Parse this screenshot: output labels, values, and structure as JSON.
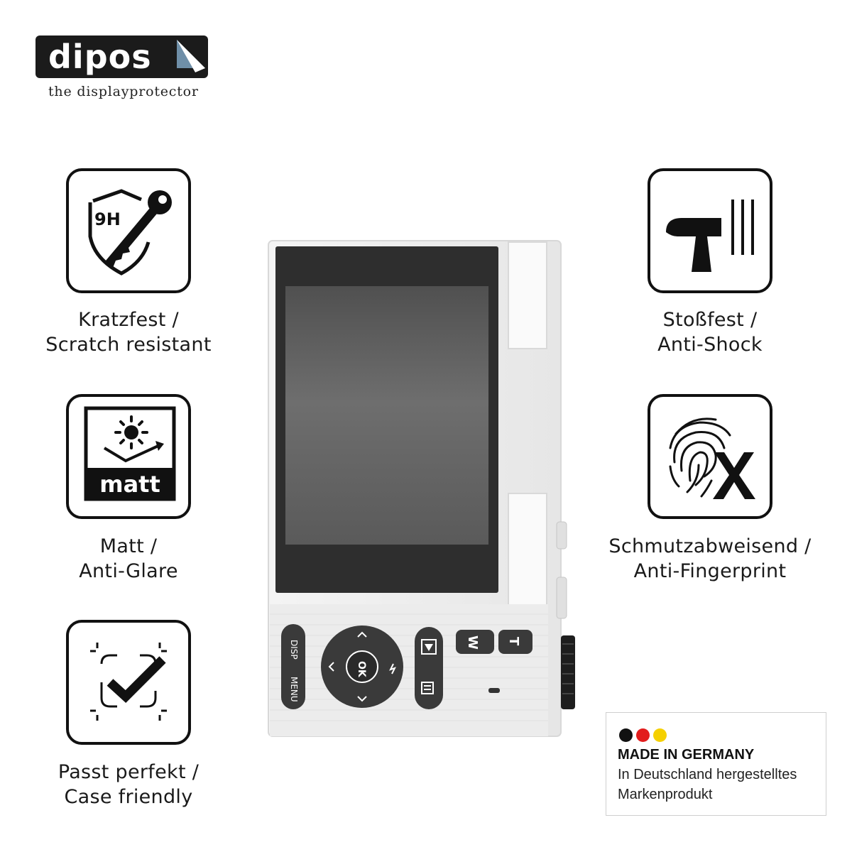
{
  "brand": {
    "name": "dipos",
    "tagline": "the displayprotector"
  },
  "features": [
    {
      "id": "scratch",
      "icon": "shield-key-9h-icon",
      "badge": "9H",
      "line1": "Kratzfest /",
      "line2": "Scratch resistant"
    },
    {
      "id": "matt",
      "icon": "sun-matt-icon",
      "badge": "matt",
      "line1": "Matt /",
      "line2": "Anti-Glare"
    },
    {
      "id": "case",
      "icon": "checkmark-frame-icon",
      "line1": "Passt perfekt /",
      "line2": "Case friendly"
    },
    {
      "id": "shock",
      "icon": "hammer-icon",
      "line1": "Stoßfest /",
      "line2": "Anti-Shock"
    },
    {
      "id": "fingerprint",
      "icon": "fingerprint-x-icon",
      "line1": "Schmutzabweisend /",
      "line2": "Anti-Fingerprint"
    }
  ],
  "camera": {
    "buttons": {
      "disp": "DISP",
      "menu": "MENU",
      "ok": "OK",
      "wide": "W",
      "tele": "T"
    }
  },
  "germany": {
    "flag_colors": [
      "#111111",
      "#e21c1c",
      "#f5d000"
    ],
    "title": "MADE IN GERMANY",
    "line1": "In Deutschland hergestelltes",
    "line2": "Markenprodukt"
  }
}
